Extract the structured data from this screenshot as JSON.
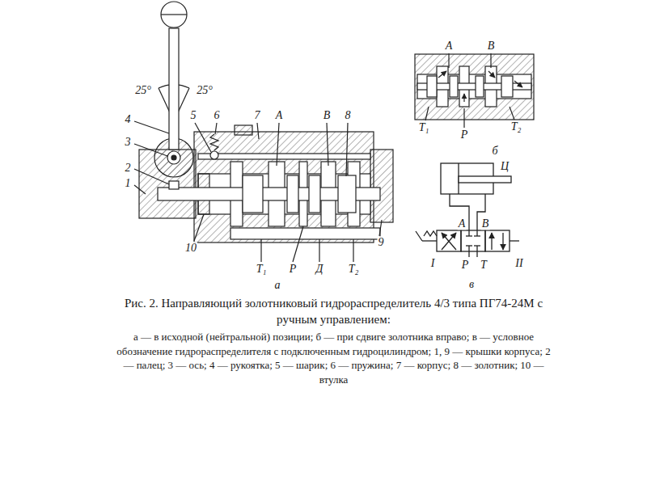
{
  "diagram": {
    "caption": "Рис. 2. Направляющий золотниковый гидрораспределитель 4/3 типа ПГ74-24М с ручным управлением:",
    "labels": [
      "25°",
      "25°",
      "4",
      "3",
      "2",
      "1",
      "5",
      "6",
      "7",
      "А",
      "В",
      "8",
      "10",
      "9",
      "Т₁",
      "Р",
      "Д",
      "Т₂",
      "а",
      "А",
      "В",
      "Т₁",
      "Р",
      "Т₂",
      "б",
      "Ц",
      "А",
      "В",
      "I",
      "Р",
      "Т",
      "II",
      "в",
      "а — в исходной (нейтральной) позиции; б — при сдвиге золотника вправо; в — условное обозначение гидрораспределителя с подключенным гидроцилиндром; 1, 9 — крышки корпуса; 2 — палец; 3 — ось; 4 — рукоятка; 5 — шарик; 6 — пружина; 7 — корпус; 8 — золотник; 10 — втулка"
    ]
  }
}
